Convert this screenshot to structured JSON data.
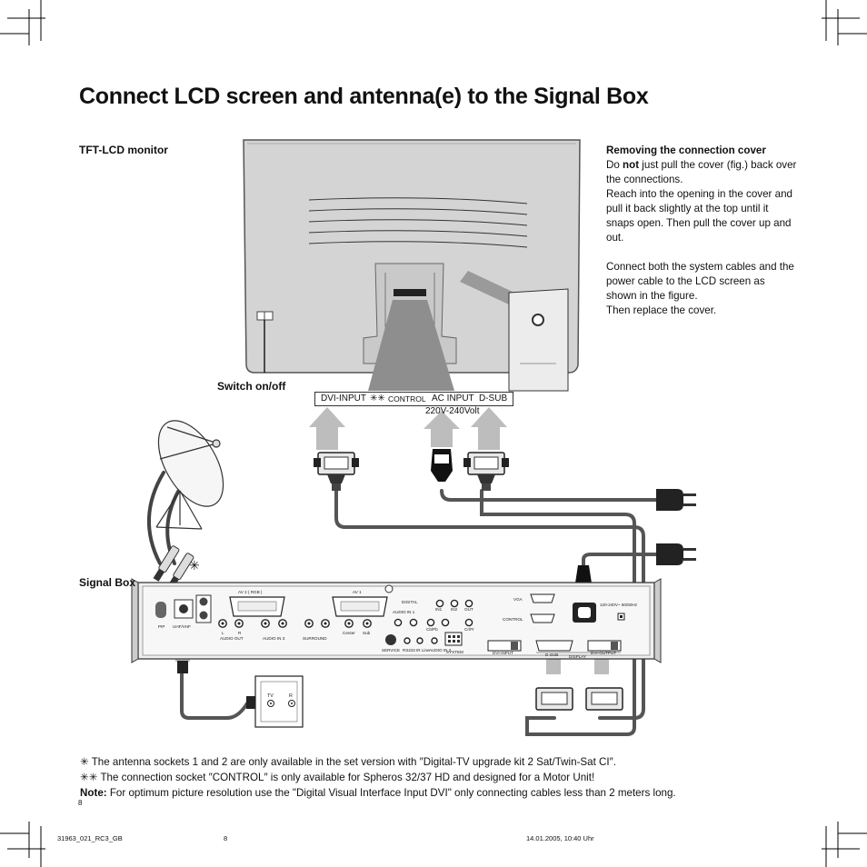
{
  "page": {
    "title": "Connect LCD screen and antenna(e) to the Signal Box",
    "page_number": "8",
    "footer": {
      "left": "31963_021_RC3_GB",
      "center": "8",
      "right": "14.01.2005, 10:40 Uhr"
    }
  },
  "labels": {
    "monitor": "TFT-LCD monitor",
    "switch": "Switch on/off",
    "signal_box": "Signal Box",
    "volt": "220V-240Volt",
    "star": "✳",
    "tv": "TV",
    "radio": "R"
  },
  "connector_bar": {
    "dvi": "DVI-INPUT",
    "stars": "✳✳",
    "control": "CONTROL",
    "ac": "AC INPUT",
    "dsub": "D-SUB"
  },
  "sidebar": {
    "heading": "Removing the connection cover",
    "p1_pre": "Do ",
    "p1_bold": "not",
    "p1_post": " just pull the cover (fig.) back over the connections.",
    "p2": "Reach into the opening in the cover and pull it back slightly at the top until it snaps open. Then pull the cover up and out.",
    "p3": "Connect both the system cables and the power cable to the LCD screen as shown in the figure.",
    "p4": "Then replace the cover."
  },
  "signal_box_panel": {
    "av2": "AV 2 ( RGB )",
    "av1": "AV 1",
    "pip": "PIP",
    "uhf": "UHF/VHF",
    "audio_out": "AUDIO OUT",
    "audio_in3": "AUDIO IN 3",
    "surround": "SURROUND",
    "center": "Center",
    "sub": "Sub",
    "digital": "DIGITAL",
    "audio_in1": "AUDIO IN 1",
    "in1": "IN1",
    "in2": "IN2",
    "out": "OUT",
    "cb_pb": "Cb/Pb",
    "cr_pr": "Cr/Pr",
    "service": "SERVICE",
    "rs": "RS232",
    "ir": "IR Line",
    "audio_in2": "AUDIO IN 2",
    "system": "SYSTEM",
    "vga": "VGA",
    "control": "CONTROL",
    "dvi_input": "DVI-INPUT",
    "dsub": "D-SUB",
    "display": "DISPLAY",
    "dvi_output": "DVI-OUTPUT",
    "mains": "120-240V~ 50/60Hz",
    "l": "L",
    "r": "R"
  },
  "notes": {
    "n1_mark": "✳",
    "n1": " The antenna sockets 1 and 2 are only available in the set version with ″Digital-TV upgrade kit 2 Sat/Twin-Sat CI″.",
    "n2_mark": "✳✳",
    "n2": " The connection socket ″CONTROL″ is only available for Spheros 32/37 HD and designed for a Motor Unit!",
    "n3_label": "Note:",
    "n3": " For optimum picture resolution use the \"Digital Visual Interface Input DVI\" only connecting cables less than 2 meters long."
  }
}
